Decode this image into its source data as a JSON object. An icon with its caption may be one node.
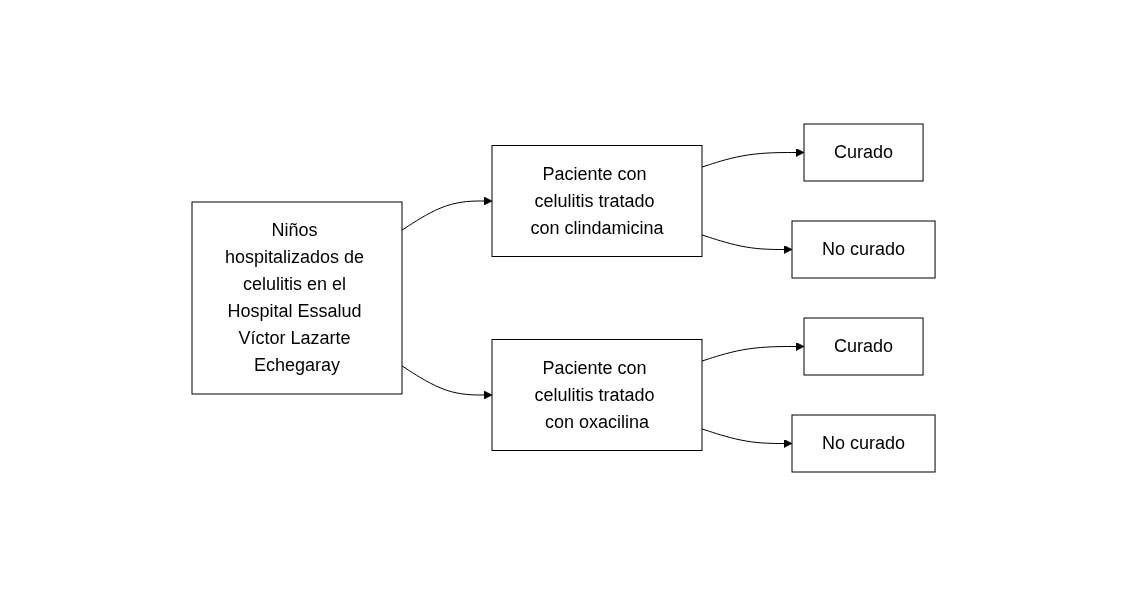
{
  "diagram": {
    "nodes": [
      {
        "text": [
          "Niños hospitalizados de celulitis en el Hospital Essalud Víctor Lazarte Echegaray"
        ]
      },
      {
        "text": [
          "Paciente con celulitis tratado con clindamicina"
        ]
      },
      {
        "text": [
          "Curado"
        ]
      },
      {
        "text": [
          "No curado"
        ]
      },
      {
        "text": [
          "Paciente con celulitis tratado con oxacilina"
        ]
      },
      {
        "text": [
          "Curado"
        ]
      },
      {
        "text": [
          "No curado"
        ]
      }
    ],
    "edges": [
      {
        "from": 0,
        "to": 1,
        "arrow": "to"
      },
      {
        "from": 1,
        "to": 2,
        "arrow": "to"
      },
      {
        "from": 1,
        "to": 3,
        "arrow": "to"
      },
      {
        "from": 0,
        "to": 4,
        "arrow": "to"
      },
      {
        "from": 4,
        "to": 5,
        "arrow": "to"
      },
      {
        "from": 4,
        "to": 6,
        "arrow": "to"
      }
    ]
  }
}
